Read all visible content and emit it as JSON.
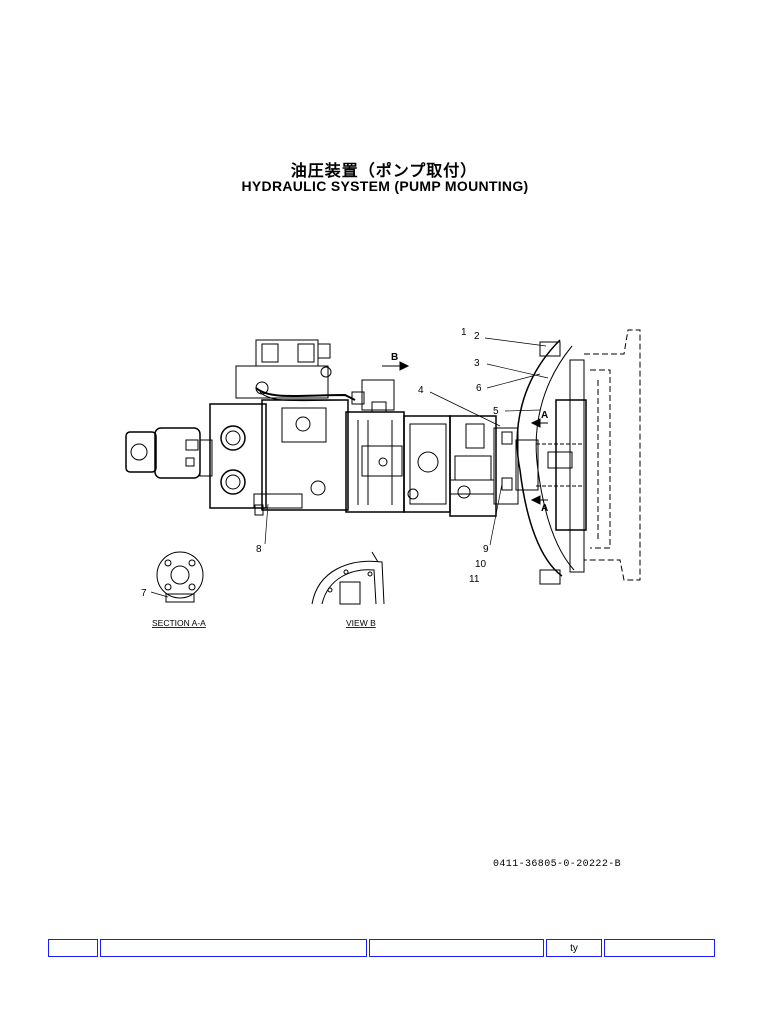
{
  "title": {
    "japanese": "油圧装置（ポンプ取付）",
    "english": "HYDRAULIC SYSTEM (PUMP MOUNTING)"
  },
  "drawing": {
    "part_labels": [
      "1",
      "2",
      "3",
      "4",
      "5",
      "6",
      "7",
      "8",
      "9",
      "10",
      "11"
    ],
    "section_markers": {
      "a_top": "A",
      "a_bottom": "A",
      "b": "B"
    },
    "captions": {
      "section_a": "SECTION A-A",
      "view_b": "VIEW B"
    }
  },
  "document_number": "0411-36805-0-20222-B",
  "footer": {
    "cells": [
      "",
      "",
      "",
      "ty",
      ""
    ]
  }
}
